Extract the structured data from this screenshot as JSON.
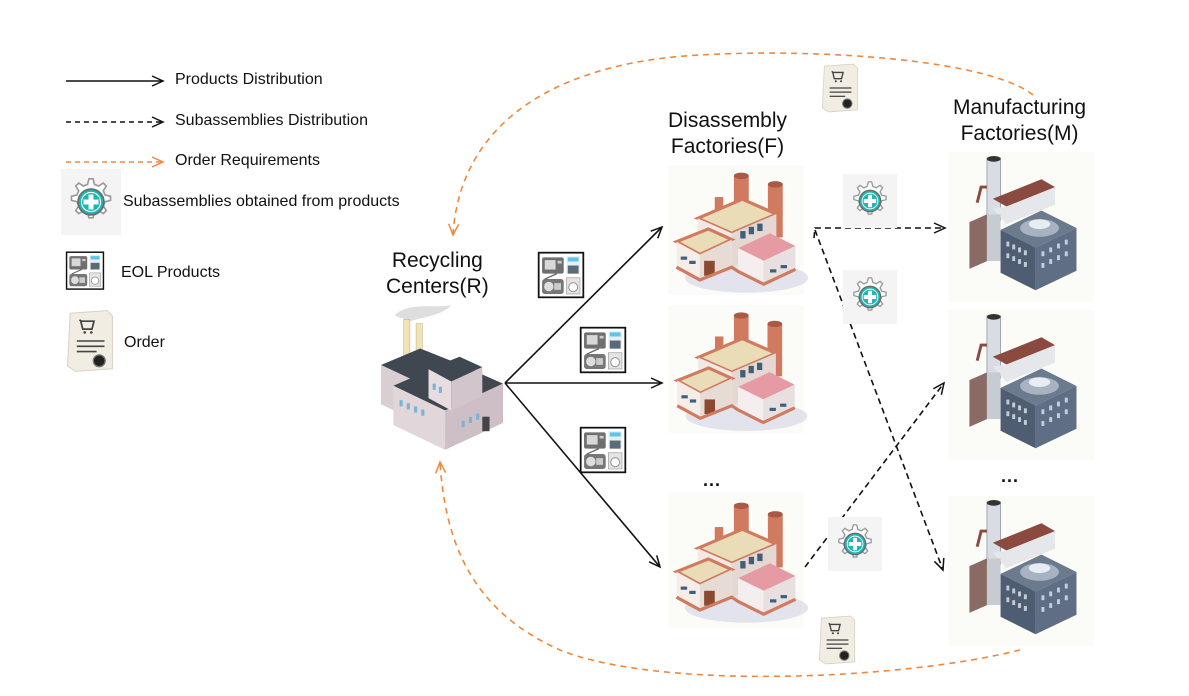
{
  "legend": {
    "items": [
      {
        "label": "Products Distribution",
        "icon": "solid-arrow"
      },
      {
        "label": "Subassemblies Distribution",
        "icon": "dashed-arrow"
      },
      {
        "label": "Order Requirements",
        "icon": "orange-dashed-arrow"
      },
      {
        "label": "Subassemblies obtained from products",
        "icon": "gear-plus-icon"
      },
      {
        "label": "EOL Products",
        "icon": "eol-products-icon"
      },
      {
        "label": "Order",
        "icon": "order-document-icon"
      }
    ]
  },
  "nodes": {
    "recycling": {
      "label_line1": "Recycling",
      "label_line2": "Centers(R)"
    },
    "disassembly": {
      "label_line1": "Disassembly",
      "label_line2": "Factories(F)",
      "ellipsis": "..."
    },
    "manufacturing": {
      "label_line1": "Manufacturing",
      "label_line2": "Factories(M)",
      "ellipsis": "..."
    }
  },
  "colors": {
    "solid_arrow": "#111111",
    "dashed_arrow": "#111111",
    "order_arrow": "#f0883a",
    "gear_teal": "#1fb5b0",
    "disassembly_brick": "#d9826a",
    "manufacturing_slate": "#5c6a80"
  }
}
